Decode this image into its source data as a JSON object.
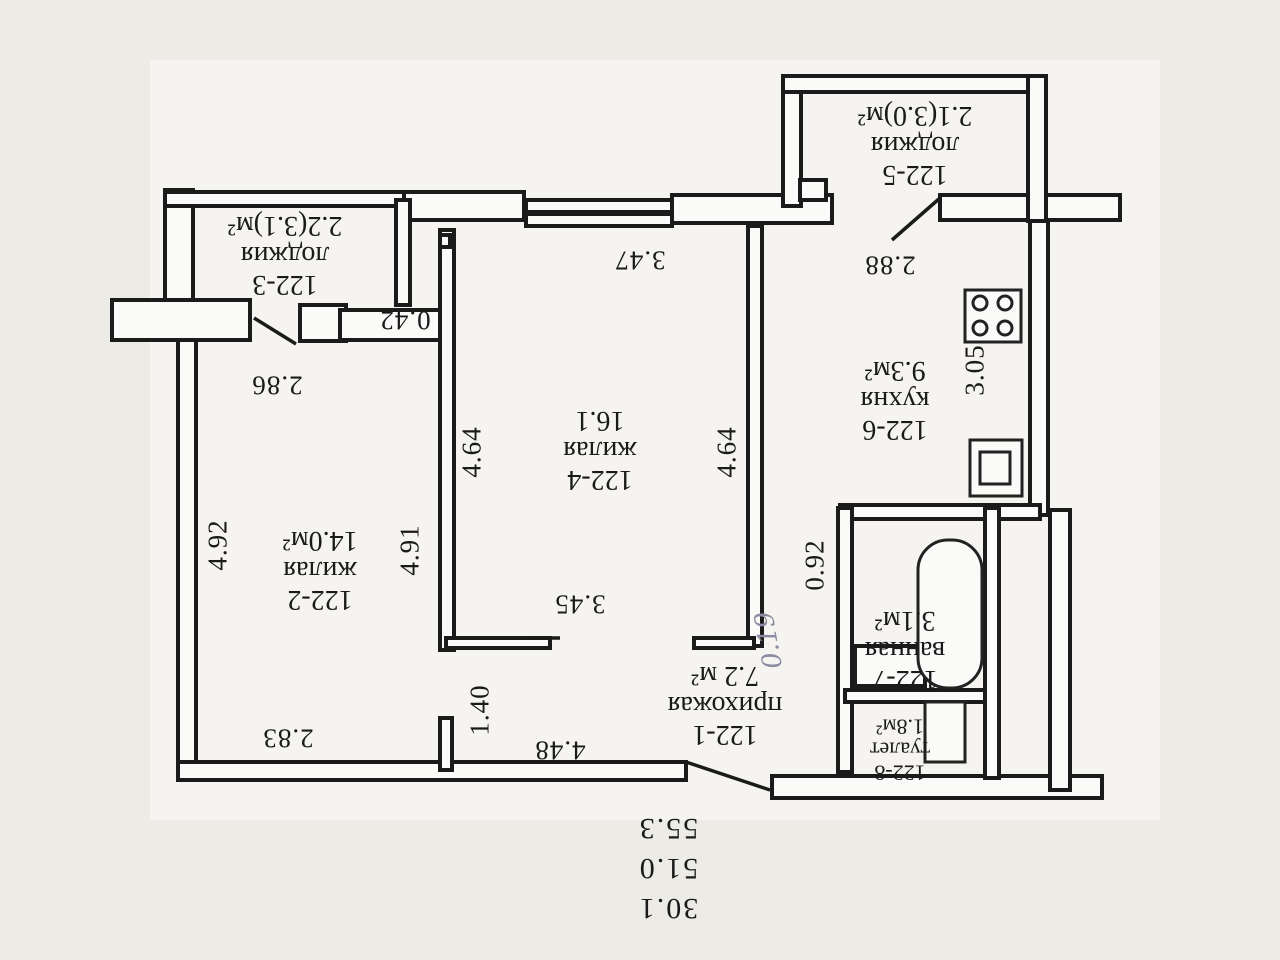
{
  "rooms": {
    "r1": {
      "number": "122-1",
      "name": "прихожая",
      "area": "7.2 м²"
    },
    "r2": {
      "number": "122-2",
      "name": "жилая",
      "area": "14.0м²"
    },
    "r3": {
      "number": "122-3",
      "name": "лоджия",
      "area": "2.2(3.1)м²"
    },
    "r4": {
      "number": "122-4",
      "name": "жилая",
      "area": "16.1"
    },
    "r5": {
      "number": "122-5",
      "name": "лоджия",
      "area": "2.1(3.0)м²"
    },
    "r6": {
      "number": "122-6",
      "name": "кухня",
      "area": "9.3м²"
    },
    "r7": {
      "number": "122-7",
      "name": "ванная",
      "area": "3.1м²"
    },
    "r8": {
      "number": "122-8",
      "name": "туалет",
      "area": "1.8м²"
    }
  },
  "dimensions": {
    "d_283": "2.83",
    "d_140": "1.40",
    "d_448": "4.48",
    "d_492": "4.92",
    "d_491": "4.91",
    "d_286": "2.86",
    "d_042": "0.42",
    "d_464a": "4.64",
    "d_464b": "4.64",
    "d_345": "3.45",
    "d_347": "3.47",
    "d_288": "2.88",
    "d_305": "3.05",
    "d_092": "0.92"
  },
  "totals": {
    "t1": "30.1",
    "t2": "51.0",
    "t3": "55.3"
  },
  "pencil_note": "0.19"
}
